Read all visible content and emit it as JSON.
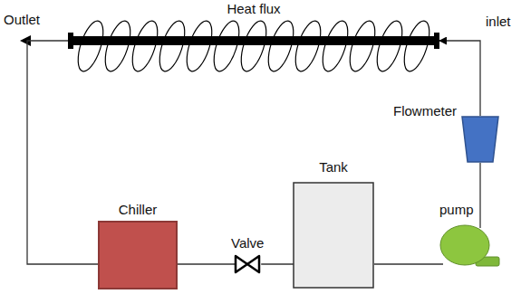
{
  "diagram": {
    "nodes": [
      {
        "text": [
          "Heat flux"
        ]
      },
      {
        "text": [
          "Flowmeter"
        ]
      },
      {
        "text": [
          "Tank"
        ]
      },
      {
        "text": [
          "Chiller"
        ]
      },
      {
        "text": [
          "Valve"
        ]
      },
      {
        "text": [
          "pump"
        ]
      }
    ],
    "edges": [
      {
        "from": 0,
        "to": 3,
        "arrow": "none"
      },
      {
        "from": 3,
        "to": 4,
        "arrow": "none"
      },
      {
        "from": 4,
        "to": 2,
        "arrow": "none"
      },
      {
        "from": 2,
        "to": 5,
        "arrow": "none"
      },
      {
        "from": 5,
        "to": 1,
        "arrow": "none"
      },
      {
        "from": 1,
        "to": 0,
        "arrow": "to"
      }
    ],
    "labels": [
      "Outlet",
      "inlet"
    ]
  }
}
